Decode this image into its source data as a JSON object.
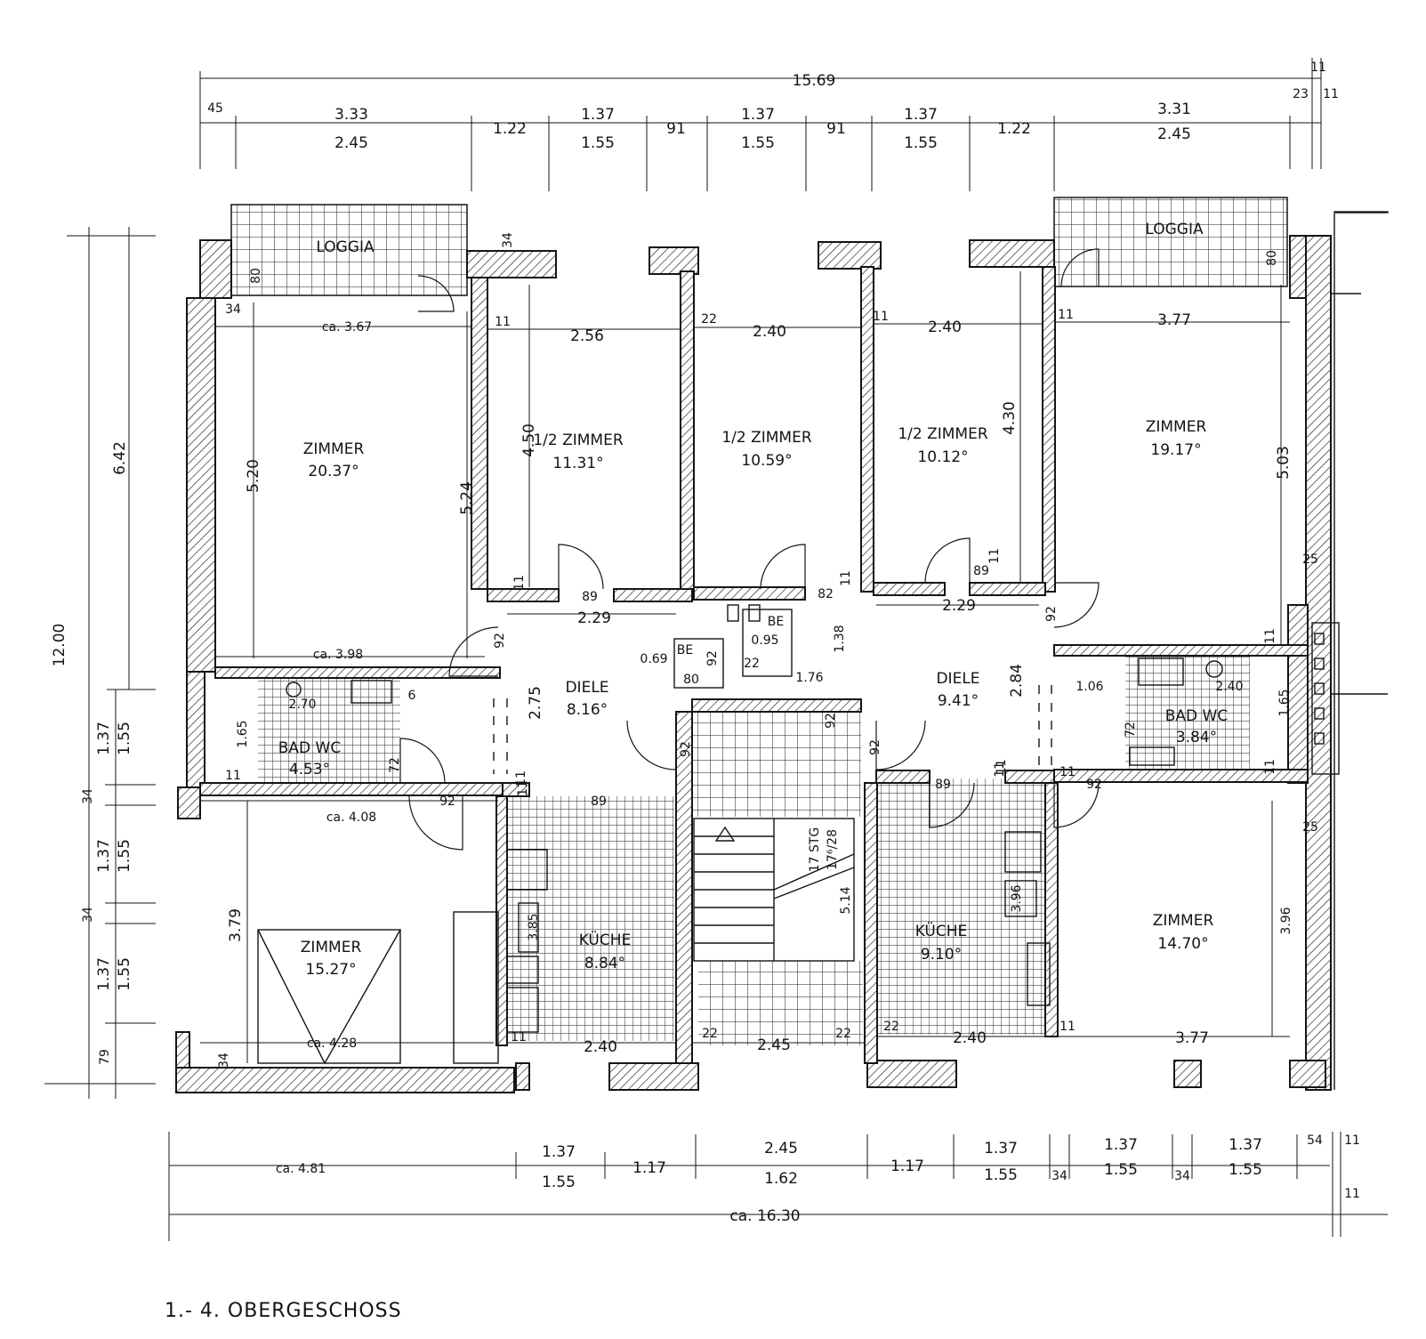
{
  "title": "1.- 4.  OBERGESCHOSS",
  "rooms": {
    "loggia_left": {
      "label": "LOGGIA"
    },
    "loggia_right": {
      "label": "LOGGIA"
    },
    "zimmer_nw": {
      "label": "ZIMMER",
      "area": "20.37°"
    },
    "halb_1": {
      "label": "1/2 ZIMMER",
      "area": "11.31°"
    },
    "halb_2": {
      "label": "1/2 ZIMMER",
      "area": "10.59°"
    },
    "halb_3": {
      "label": "1/2 ZIMMER",
      "area": "10.12°"
    },
    "zimmer_ne": {
      "label": "ZIMMER",
      "area": "19.17°"
    },
    "diele_left": {
      "label": "DIELE",
      "area": "8.16°"
    },
    "diele_right": {
      "label": "DIELE",
      "area": "9.41°"
    },
    "bad_left": {
      "label": "BAD WC",
      "area": "4.53°"
    },
    "bad_right": {
      "label": "BAD WC",
      "area": "3.84°"
    },
    "kueche_left": {
      "label": "KÜCHE",
      "area": "8.84°"
    },
    "kueche_right": {
      "label": "KÜCHE",
      "area": "9.10°"
    },
    "zimmer_sw": {
      "label": "ZIMMER",
      "area": "15.27°"
    },
    "zimmer_se": {
      "label": "ZIMMER",
      "area": "14.70°"
    },
    "be_left": {
      "label": "BE"
    },
    "be_right": {
      "label": "BE"
    },
    "stair": {
      "label": "17 STG",
      "riser": "17⁶/28"
    }
  },
  "dims_top": {
    "overall": "15.69",
    "d45": "45",
    "w1": "3.33",
    "h1": "2.45",
    "w2": "1.22",
    "w3": "1.37",
    "h3": "1.55",
    "w4": "91",
    "w5": "1.37",
    "h5": "1.55",
    "w6": "91",
    "w7": "1.37",
    "h7": "1.55",
    "w8": "1.22",
    "w9": "3.31",
    "h9": "2.45",
    "d23": "23",
    "d11a": "11",
    "d11b": "11"
  },
  "dims_bottom": {
    "w1": "ca. 4.81",
    "w2": "1.37",
    "h2": "1.55",
    "w3": "1.17",
    "w4": "2.45",
    "h4": "1.62",
    "w5": "1.17",
    "w6": "1.37",
    "h6": "1.55",
    "d34a": "34",
    "w7": "1.37",
    "h7": "1.55",
    "d34b": "34",
    "w8": "1.37",
    "h8": "1.55",
    "d54": "54",
    "d11a": "11",
    "d11b": "11",
    "overall": "ca. 16.30"
  },
  "dims_left": {
    "overall": "12.00",
    "upper": "6.42",
    "a": "1.37",
    "a2": "1.55",
    "b": "34",
    "c": "1.37",
    "c2": "1.55",
    "d": "34",
    "e": "1.37",
    "e2": "1.55",
    "f": "79"
  },
  "dims_inner": {
    "d34_loggia": "34",
    "d80_loggia": "80",
    "d34_nw": "34",
    "zimmer_nw_w": "ca. 3.67",
    "zimmer_nw_h": "5.20",
    "zimmer_nw_h2": "5.24",
    "zimmer_nw_wb": "ca. 3.98",
    "halb1_w": "2.56",
    "halb1_h": "4.50",
    "d11_h1": "11",
    "d11_h1b": "11",
    "d89_h1": "89",
    "halb2_w": "2.40",
    "d22_h2": "22",
    "halb3_w": "2.40",
    "halb3_h": "4.30",
    "d11_h3": "11",
    "d11_h3b": "11",
    "d89_h3": "89",
    "zimmer_ne_w": "3.77",
    "zimmer_ne_h": "5.03",
    "d11_ne": "11",
    "d80_ne": "80",
    "d25_ne": "25",
    "diele_l_w": "2.29",
    "diele_l_h": "2.75",
    "d92_dl": "92",
    "d11_dl": "11",
    "diele_r_w": "2.29",
    "diele_r_h": "2.84",
    "d92_dr": "92",
    "d11_dr": "11",
    "be_l_w": "0.69",
    "be_l_d": "80",
    "be_l_92": "92",
    "be_r_w": "0.95",
    "be_r_22": "22",
    "be_r_176": "1.76",
    "be_r_138": "1.38",
    "be_r_82": "82",
    "be_r_11": "11",
    "bad_l_w": "2.70",
    "bad_l_h": "1.65",
    "bad_l_6": "6",
    "bad_l_72": "72",
    "bad_l_11": "11",
    "bad_r_w": "2.40",
    "bad_r_106": "1.06",
    "bad_r_h": "1.65",
    "bad_r_72": "72",
    "bad_r_11": "11",
    "bad_r_11b": "11",
    "zimmer_sw_w": "ca. 4.08",
    "zimmer_sw_h": "3.79",
    "zimmer_sw_wb": "ca. 4.28",
    "zimmer_sw_34": "34",
    "zimmer_sw_92": "92",
    "kueche_l_w": "2.40",
    "kueche_l_h": "3.85",
    "kueche_l_89": "89",
    "kueche_l_11": "11",
    "kueche_l_11b": "11",
    "kueche_r_w": "2.40",
    "kueche_r_h": "3.96",
    "kueche_r_89": "89",
    "kueche_r_11": "11",
    "kueche_r_22": "22",
    "stair_w": "2.45",
    "stair_h": "5.14",
    "stair_22a": "22",
    "stair_22b": "22",
    "stair_92a": "92",
    "stair_92b": "92",
    "stair_92c": "92",
    "zimmer_se_w": "3.77",
    "zimmer_se_h": "3.96",
    "zimmer_se_11": "11",
    "zimmer_se_25": "25",
    "zimmer_se_92": "92",
    "zimmer_se_11b": "11"
  }
}
